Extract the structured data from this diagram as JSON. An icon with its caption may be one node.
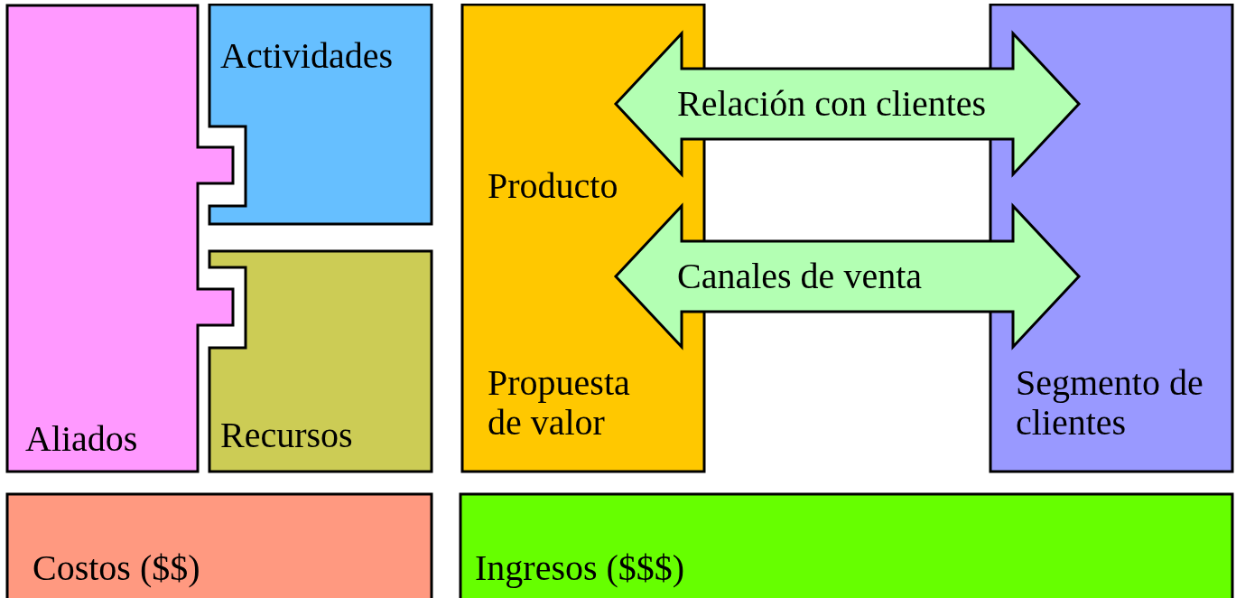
{
  "diagram": {
    "nodes": [
      {
        "text": [
          "Aliados"
        ]
      },
      {
        "text": [
          "Actividades"
        ]
      },
      {
        "text": [
          "Recursos"
        ]
      },
      {
        "text": [
          "Producto",
          "Propuesta de valor"
        ]
      },
      {
        "text": [
          "Segmento de clientes"
        ]
      },
      {
        "text": [
          "Costos ($$)"
        ]
      },
      {
        "text": [
          "Ingresos ($$$)"
        ]
      }
    ],
    "edges": [
      {
        "from": 3,
        "to": 4,
        "arrow": "both",
        "label": "Relación con clientes"
      },
      {
        "from": 3,
        "to": 4,
        "arrow": "both",
        "label": "Canales de venta"
      }
    ]
  }
}
